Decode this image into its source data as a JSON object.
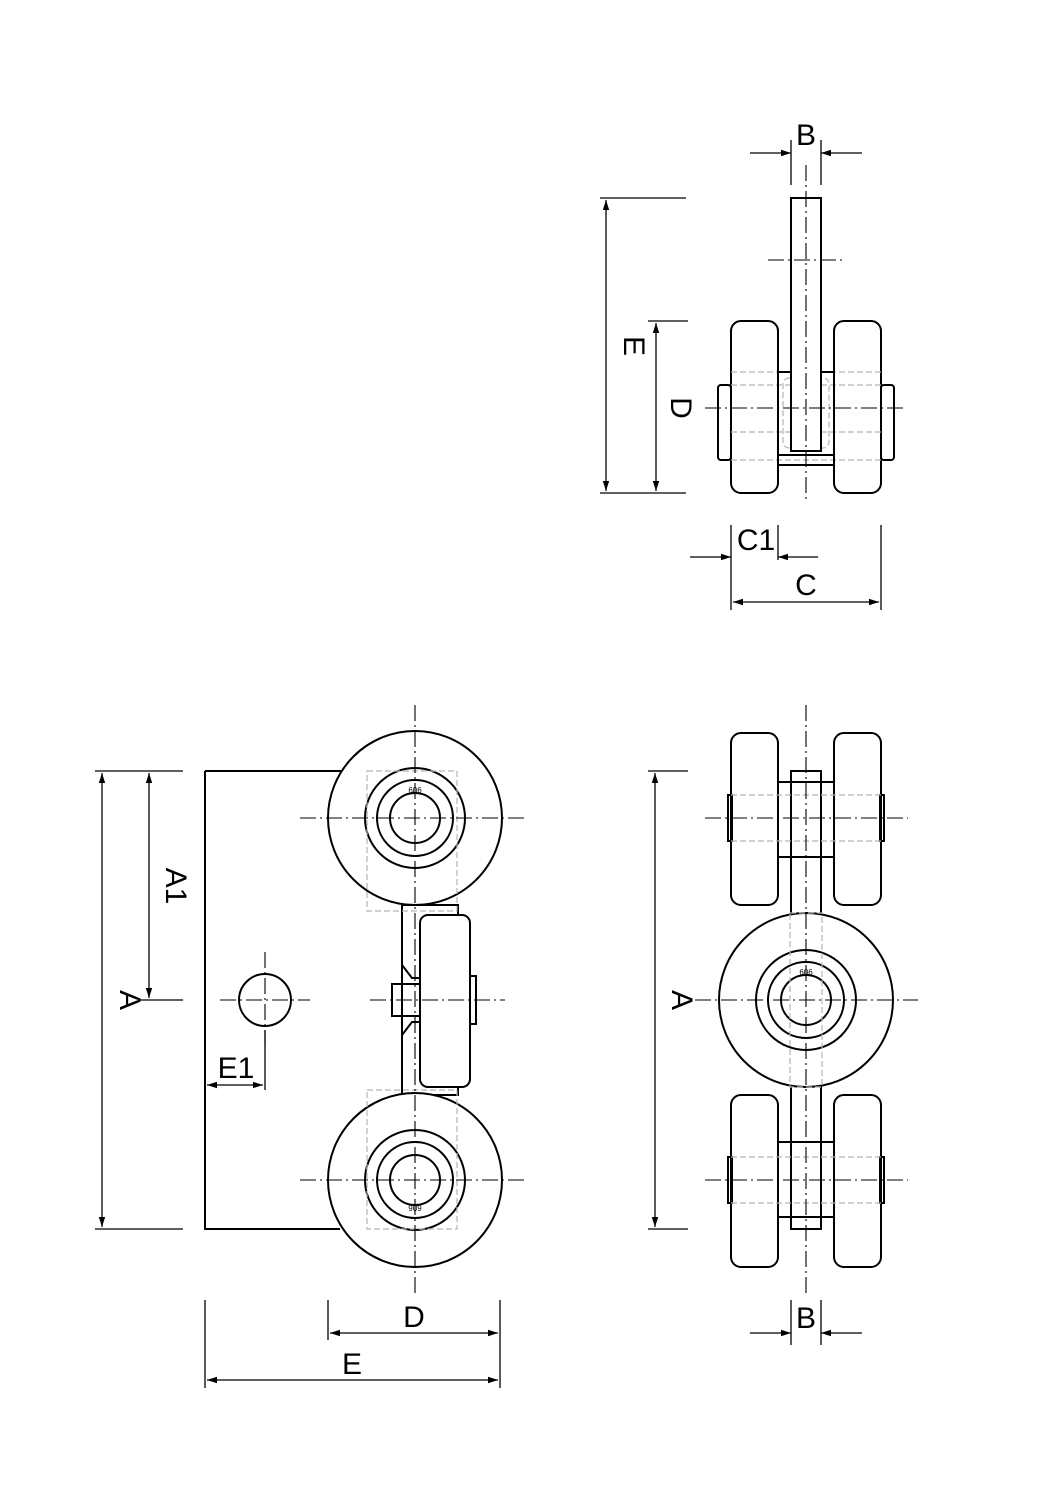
{
  "labels": {
    "side_top": {
      "B": "B",
      "E": "E",
      "D": "D",
      "C1": "C1",
      "C": "C"
    },
    "front": {
      "A1": "A1",
      "A": "A",
      "E1": "E1",
      "D": "D",
      "E": "E"
    },
    "bottom": {
      "A": "A",
      "B": "B"
    }
  },
  "bearing_marks": [
    "606",
    "606",
    "606"
  ]
}
